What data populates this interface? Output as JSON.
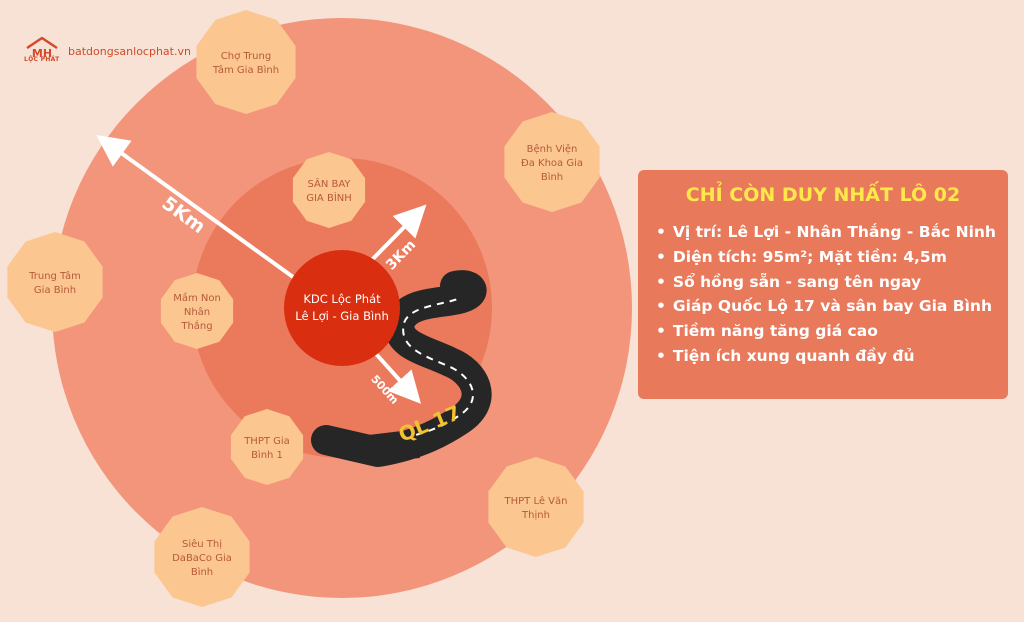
{
  "brand": {
    "site": "batdongsanlocphat.vn",
    "logo_letters": "MH",
    "logo_sub": "LỘC PHÁT"
  },
  "center_label": [
    "KDC Lộc Phát",
    "Lê Lợi - Gia Bình"
  ],
  "distances": {
    "outer": "5Km",
    "middle": "3Km",
    "inner": "500m"
  },
  "road_label": "QL 17",
  "places": [
    {
      "id": "cho-trung-tam",
      "lines": [
        "Chợ Trung",
        "Tâm Gia Bình"
      ]
    },
    {
      "id": "benh-vien",
      "lines": [
        "Bệnh Viện",
        "Đa Khoa Gia",
        "Bình"
      ]
    },
    {
      "id": "san-bay",
      "lines": [
        "SÂN BAY",
        "GIA BÌNH"
      ]
    },
    {
      "id": "trung-tam",
      "lines": [
        "Trung Tâm",
        "Gia Bình"
      ]
    },
    {
      "id": "mam-non",
      "lines": [
        "Mầm Non",
        "Nhân",
        "Thắng"
      ]
    },
    {
      "id": "thpt-gia-binh",
      "lines": [
        "THPT Gia",
        "Bình 1"
      ]
    },
    {
      "id": "thpt-le-van-thinh",
      "lines": [
        "THPT Lê Văn",
        "Thịnh"
      ]
    },
    {
      "id": "sieu-thi",
      "lines": [
        "Siêu Thị",
        "DaBaCo Gia",
        "Bình"
      ]
    }
  ],
  "info": {
    "title": "CHỈ CÒN DUY NHẤT LÔ 02",
    "items": [
      "Vị trí: Lê Lợi - Nhân Thắng - Bắc Ninh",
      "Diện tích: 95m²; Mặt tiền: 4,5m",
      "Sổ hồng sẵn - sang tên ngay",
      "Giáp Quốc Lộ 17 và sân bay Gia Bình",
      "Tiềm năng tăng giá cao",
      "Tiện ích xung quanh đầy đủ"
    ]
  },
  "colors": {
    "background": "#f7e2d5",
    "outer_ring": "#f3957b",
    "middle_ring": "#eb7a5c",
    "center": "#d92e10",
    "place_fill": "#fcc690",
    "place_text": "#b55a3a",
    "info_bg": "#e8795b",
    "info_title": "#ffe84a"
  }
}
